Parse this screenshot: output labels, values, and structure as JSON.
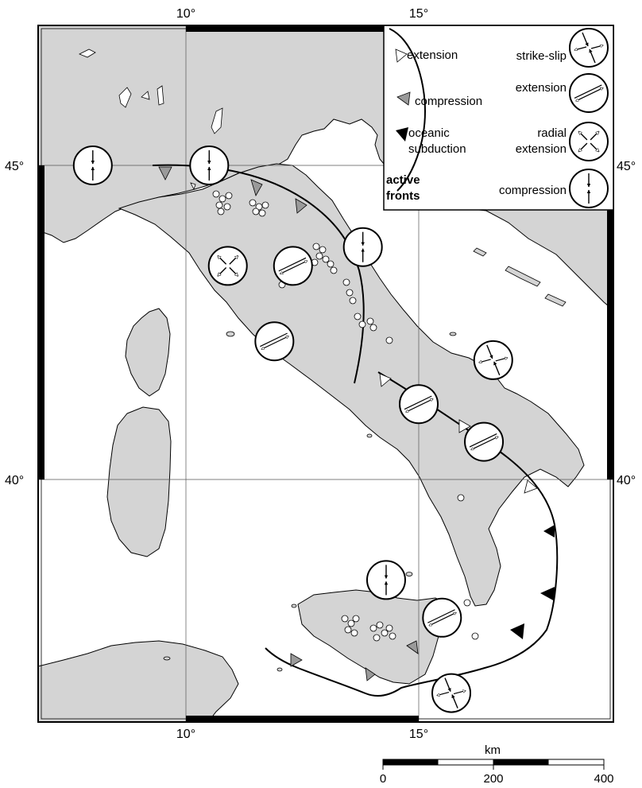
{
  "map": {
    "longitude_labels": [
      "10°",
      "15°"
    ],
    "latitude_labels": [
      "45°",
      "40°"
    ],
    "colors": {
      "land": "#d4d4d4",
      "sea": "#ffffff",
      "coast": "#000000",
      "frame": "#000000",
      "compression_triangle": "#9a9a9a",
      "subduction_triangle": "#000000",
      "epicenter": "#ffffff"
    }
  },
  "legend": {
    "extension": "extension",
    "compression": "compression",
    "oceanic_subduction_line1": "oceanic",
    "oceanic_subduction_line2": "subduction",
    "active_fronts_line1": "active",
    "active_fronts_line2": "fronts",
    "strike_slip": "strike-slip",
    "extension_regime": "extension",
    "radial_extension_line1": "radial",
    "radial_extension_line2": "extension",
    "compression_regime": "compression"
  },
  "scale_bar": {
    "unit": "km",
    "labels": [
      "0",
      "200",
      "400"
    ]
  },
  "stress_symbols": [
    {
      "name": "compression-symbol-alps-west",
      "type": "compression",
      "lon": 8.0,
      "lat": 45.0
    },
    {
      "name": "compression-symbol-po-plain",
      "type": "compression",
      "lon": 10.5,
      "lat": 45.0
    },
    {
      "name": "radial-extension-symbol-tuscany",
      "type": "radial",
      "lon": 10.9,
      "lat": 43.4
    },
    {
      "name": "extension-symbol-umbria",
      "type": "extension",
      "lon": 12.3,
      "lat": 43.4
    },
    {
      "name": "compression-symbol-adriatic",
      "type": "compression",
      "lon": 13.8,
      "lat": 43.7
    },
    {
      "name": "extension-symbol-lazio",
      "type": "extension",
      "lon": 11.9,
      "lat": 42.2
    },
    {
      "name": "strike-slip-symbol-gargano",
      "type": "strikeslip",
      "lon": 16.6,
      "lat": 41.9
    },
    {
      "name": "extension-symbol-campania",
      "type": "extension",
      "lon": 15.0,
      "lat": 41.2
    },
    {
      "name": "extension-symbol-basilicata",
      "type": "extension",
      "lon": 16.4,
      "lat": 40.6
    },
    {
      "name": "compression-symbol-tyrrhenian",
      "type": "compression",
      "lon": 14.3,
      "lat": 38.4
    },
    {
      "name": "extension-symbol-calabria-strait",
      "type": "extension",
      "lon": 15.5,
      "lat": 37.8
    },
    {
      "name": "strike-slip-symbol-ionian",
      "type": "strikeslip",
      "lon": 15.7,
      "lat": 36.6
    }
  ]
}
